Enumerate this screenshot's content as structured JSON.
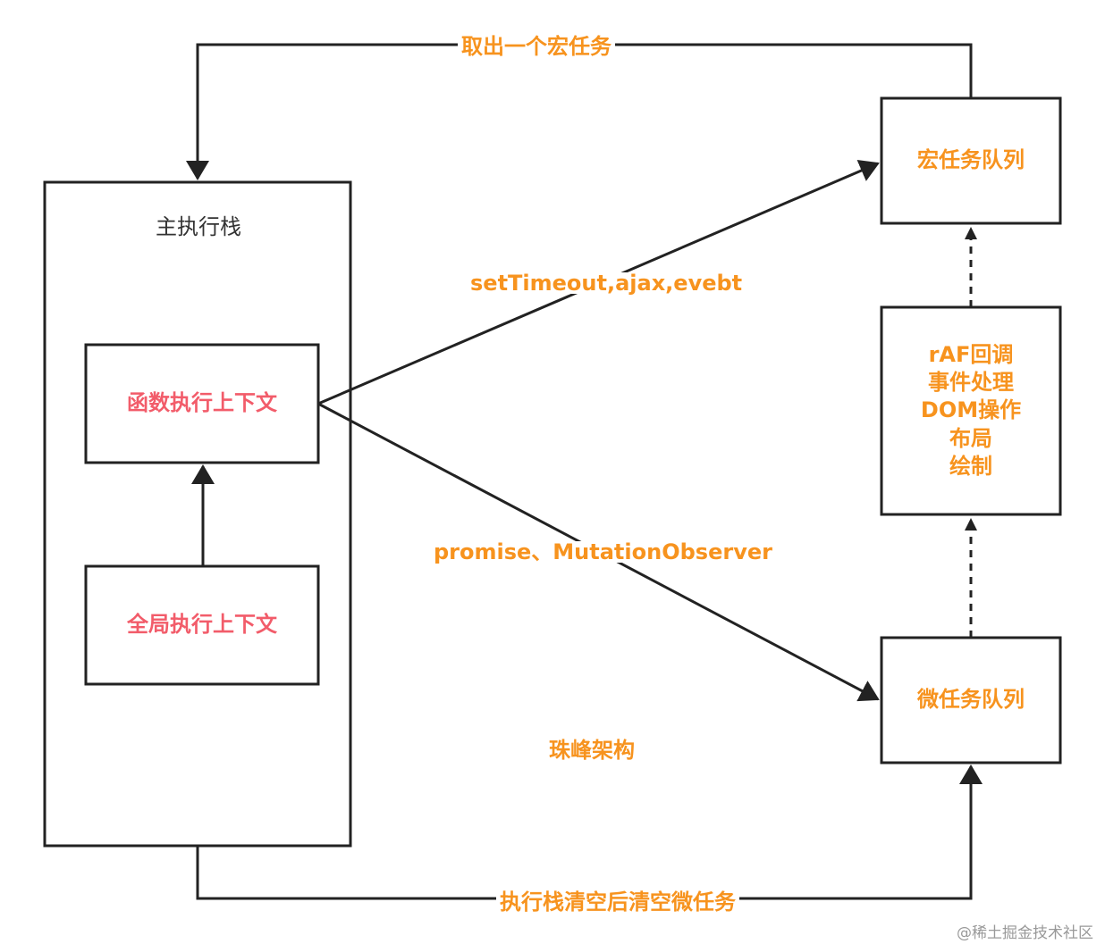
{
  "main_stack": {
    "title": "主执行栈"
  },
  "function_context": {
    "label": "函数执行上下文"
  },
  "global_context": {
    "label": "全局执行上下文"
  },
  "macro_queue": {
    "label": "宏任务队列"
  },
  "micro_queue": {
    "label": "微任务队列"
  },
  "render_box": {
    "lines": [
      "rAF回调",
      "事件处理",
      "DOM操作",
      "布局",
      "绘制"
    ]
  },
  "edges": {
    "top_loop": "取出一个宏任务",
    "bottom_loop": "执行栈清空后清空微任务",
    "to_macro": "setTimeout,ajax,evebt",
    "to_micro": "promise、MutationObserver"
  },
  "center_note": "珠峰架构",
  "watermark": "@稀土掘金技术社区",
  "colors": {
    "orange": "#f7931e",
    "red": "#f25c6a",
    "stroke": "#222222"
  }
}
